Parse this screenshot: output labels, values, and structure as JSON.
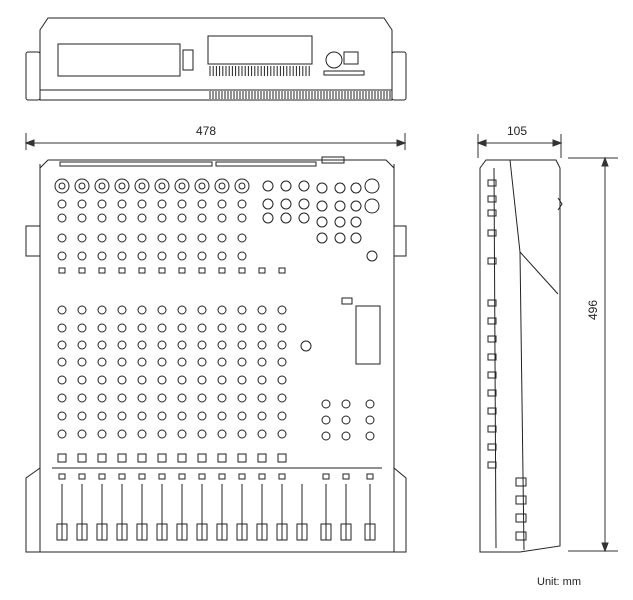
{
  "dimensions": {
    "width": "478",
    "depth": "105",
    "height": "496"
  },
  "unit_label": "Unit: mm"
}
